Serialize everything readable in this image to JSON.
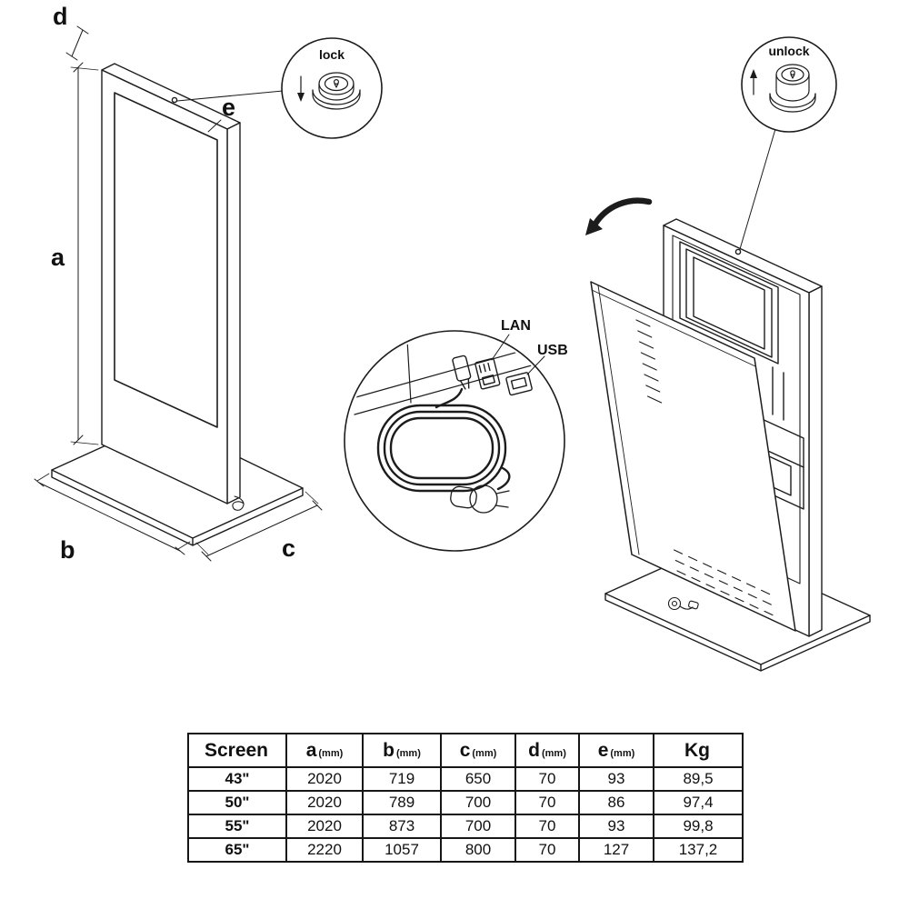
{
  "diagram": {
    "dimension_labels": {
      "a": "a",
      "b": "b",
      "c": "c",
      "d": "d",
      "e": "e"
    },
    "callouts": {
      "lock": "lock",
      "unlock": "unlock",
      "lan": "LAN",
      "usb": "USB"
    }
  },
  "table": {
    "headers": [
      {
        "label": "Screen",
        "unit": ""
      },
      {
        "label": "a",
        "unit": "(mm)"
      },
      {
        "label": "b",
        "unit": "(mm)"
      },
      {
        "label": "c",
        "unit": "(mm)"
      },
      {
        "label": "d",
        "unit": "(mm)"
      },
      {
        "label": "e",
        "unit": "(mm)"
      },
      {
        "label": "Kg",
        "unit": ""
      }
    ],
    "rows": [
      [
        "43\"",
        "2020",
        "719",
        "650",
        "70",
        "93",
        "89,5"
      ],
      [
        "50\"",
        "2020",
        "789",
        "700",
        "70",
        "86",
        "97,4"
      ],
      [
        "55\"",
        "2020",
        "873",
        "700",
        "70",
        "93",
        "99,8"
      ],
      [
        "65\"",
        "2220",
        "1057",
        "800",
        "70",
        "127",
        "137,2"
      ]
    ]
  }
}
